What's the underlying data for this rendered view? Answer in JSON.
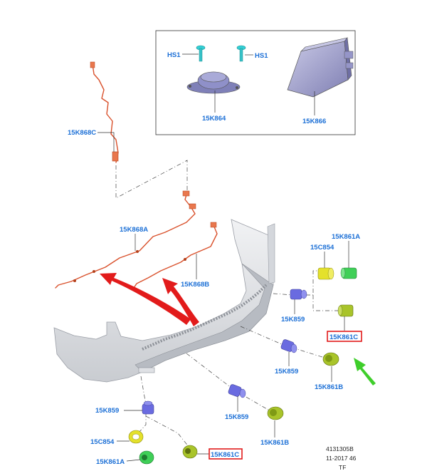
{
  "parts": {
    "hs1_left": "HS1",
    "hs1_right": "HS1",
    "p15k864": "15K864",
    "p15k866": "15K866",
    "p15k868c": "15K868C",
    "p15k868a": "15K868A",
    "p15k868b": "15K868B",
    "p15k861a_top": "15K861A",
    "p15c854_top": "15C854",
    "p15k859_right": "15K859",
    "p15k861c_right": "15K861C",
    "p15k859_mid": "15K859",
    "p15k861b_right": "15K861B",
    "p15k859_left": "15K859",
    "p15k859_center": "15K859",
    "p15c854_bottom": "15C854",
    "p15k861a_bottom": "15K861A",
    "p15k861c_bottom": "15K861C",
    "p15k861b_bottom": "15K861B"
  },
  "meta": {
    "ref": "4131305B",
    "date": "11-2017 46",
    "code": "TF"
  },
  "colors": {
    "label": "#1b6fd6",
    "harness": "#d9512c",
    "highlight": "#e11b1b",
    "arrow_red": "#e21b1b",
    "arrow_green": "#3fce2b",
    "sensor": "#6a6be0",
    "bezel_yellow": "#e4e12b",
    "bezel_green": "#3fcf57",
    "bezel_olive": "#a9c42a"
  }
}
